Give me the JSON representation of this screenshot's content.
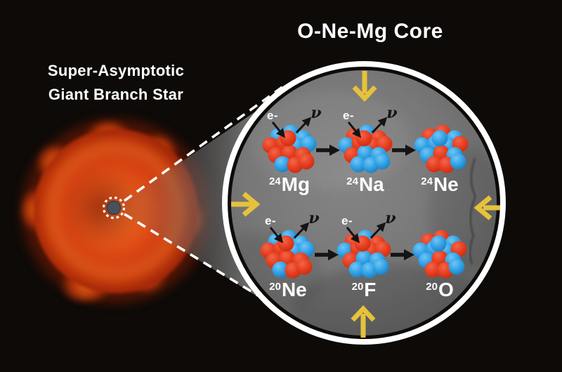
{
  "scene": {
    "core_title": "O-Ne-Mg Core",
    "star_label": {
      "line1": "Super-Asymptotic",
      "line2": "Giant Branch Star"
    }
  },
  "reactions": {
    "electron_label": "e-",
    "neutrino_label": "ν",
    "rows": [
      {
        "isotopes": [
          {
            "mass": "24",
            "symbol": "Mg",
            "electron_capture": true
          },
          {
            "mass": "24",
            "symbol": "Na",
            "electron_capture": true
          },
          {
            "mass": "24",
            "symbol": "Ne",
            "electron_capture": false
          }
        ]
      },
      {
        "isotopes": [
          {
            "mass": "20",
            "symbol": "Ne",
            "electron_capture": true
          },
          {
            "mass": "20",
            "symbol": "F",
            "electron_capture": true
          },
          {
            "mass": "20",
            "symbol": "O",
            "electron_capture": false
          }
        ]
      }
    ]
  },
  "colors": {
    "background": "#0d0a08",
    "proton": "#e63c1e",
    "neutron": "#2f9fe3",
    "compression_arrow": "#e6c23c",
    "core_interior": "#7d7d7d",
    "text": "#ffffff"
  }
}
